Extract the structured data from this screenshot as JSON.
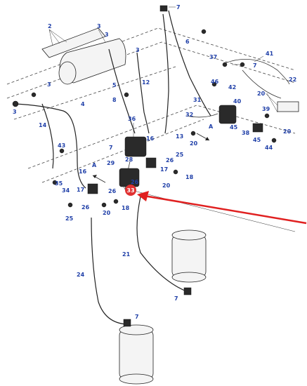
{
  "colors": {
    "callout_text": "#1f3fa8",
    "highlight_circle": "#e03131",
    "highlight_arrow": "#e02020",
    "line": "#222222",
    "background": "#ffffff"
  },
  "highlight": {
    "label": "33"
  },
  "section_markers": {
    "a_left": "A",
    "a_right": "A"
  },
  "callouts": {
    "c1": "7",
    "c2": "2",
    "c3": "3",
    "c4": "3",
    "c5": "6",
    "c6": "3",
    "c7": "37",
    "c8": "41",
    "c9": "7",
    "c10": "22",
    "c11": "5",
    "c12": "12",
    "c13": "46",
    "c14": "42",
    "c15": "40",
    "c16": "20",
    "c17": "3",
    "c18": "8",
    "c19": "31",
    "c20": "39",
    "c21": "3",
    "c22": "4",
    "c23": "32",
    "c24": "14",
    "c25": "36",
    "c26": "45",
    "c27": "38",
    "c28": "20",
    "c29": "16",
    "c30": "13",
    "c31": "20",
    "c32": "45",
    "c33": "44",
    "c34": "43",
    "c35": "7",
    "c36": "28",
    "c37": "25",
    "c38": "29",
    "c39": "26",
    "c40": "17",
    "c41": "18",
    "c42": "35",
    "c43": "16",
    "c44": "26",
    "c45": "20",
    "c46": "34",
    "c47": "17",
    "c48": "26",
    "c49": "26",
    "c50": "18",
    "c51": "20",
    "c52": "25",
    "c53": "21",
    "c54": "24",
    "c55": "7",
    "c56": "7"
  }
}
